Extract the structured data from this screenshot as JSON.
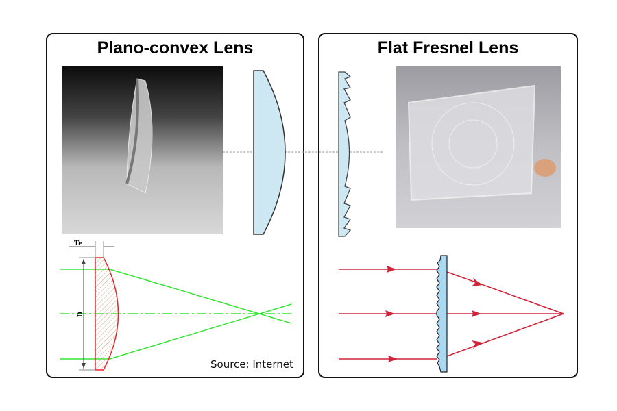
{
  "left_panel": {
    "title": "Plano-convex Lens",
    "label_te": "Te",
    "label_d": "D",
    "source": "Source: Internet"
  },
  "right_panel": {
    "title": "Flat Fresnel Lens"
  },
  "colors": {
    "lens_fill": "#cde8f2",
    "ray_green": "#33e633",
    "ray_red": "#d0243a",
    "lens_outline_red": "#e8282a",
    "fresnel_blue": "#a9d8f0"
  }
}
